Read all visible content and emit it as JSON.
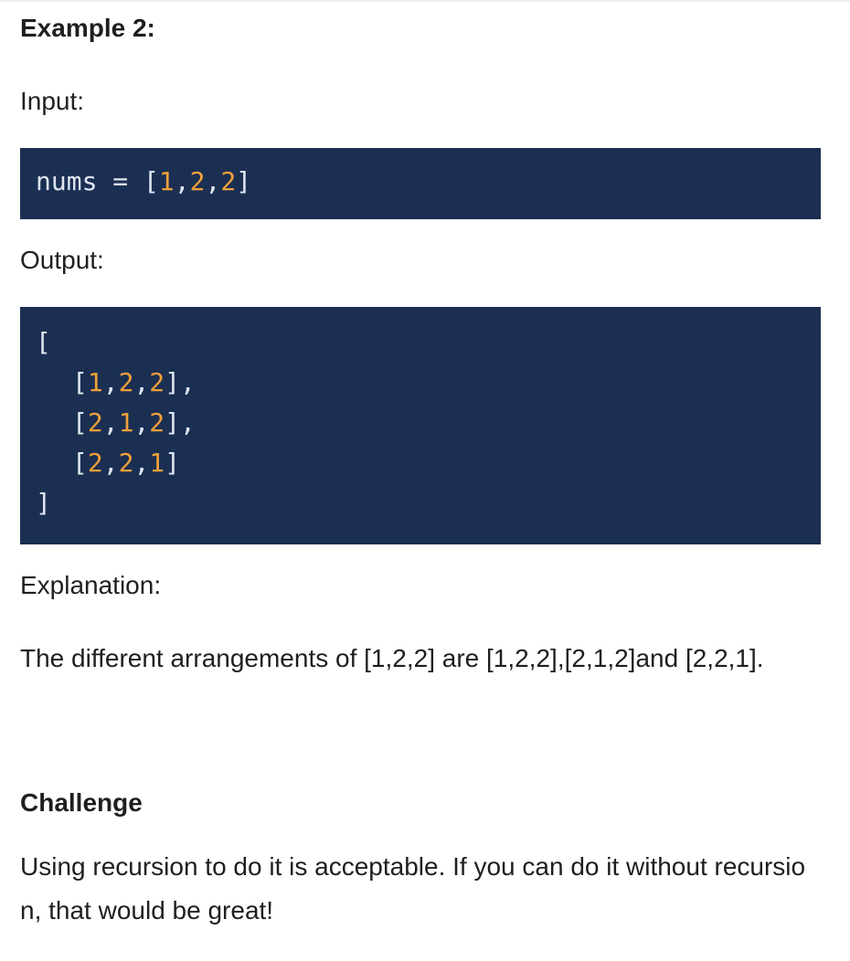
{
  "example": {
    "title": "Example 2:",
    "input_label": "Input:",
    "input_code": {
      "var": "nums",
      "op": "=",
      "open": "[",
      "n1": "1",
      "c1": ",",
      "n2": "2",
      "c2": ",",
      "n3": "2",
      "close": "]"
    },
    "output_label": "Output:",
    "output_code": {
      "open": "[",
      "close": "]",
      "rows": [
        {
          "open": "[",
          "n1": "1",
          "c1": ",",
          "n2": "2",
          "c2": ",",
          "n3": "2",
          "close": "]",
          "sep": ","
        },
        {
          "open": "[",
          "n1": "2",
          "c1": ",",
          "n2": "1",
          "c2": ",",
          "n3": "2",
          "close": "]",
          "sep": ","
        },
        {
          "open": "[",
          "n1": "2",
          "c1": ",",
          "n2": "2",
          "c2": ",",
          "n3": "1",
          "close": "]",
          "sep": ""
        }
      ]
    },
    "explanation_label": "Explanation:",
    "explanation_text": "The different arrangements of [1,2,2] are [1,2,2],[2,1,2]and [2,2,1]."
  },
  "challenge": {
    "title": "Challenge",
    "text": "Using recursion to do it is acceptable. If you can do it without recursion, that would be great!"
  },
  "colors": {
    "code_background": "#1b2f52",
    "code_text": "#dfe6f2",
    "code_number": "#f0a03a"
  }
}
